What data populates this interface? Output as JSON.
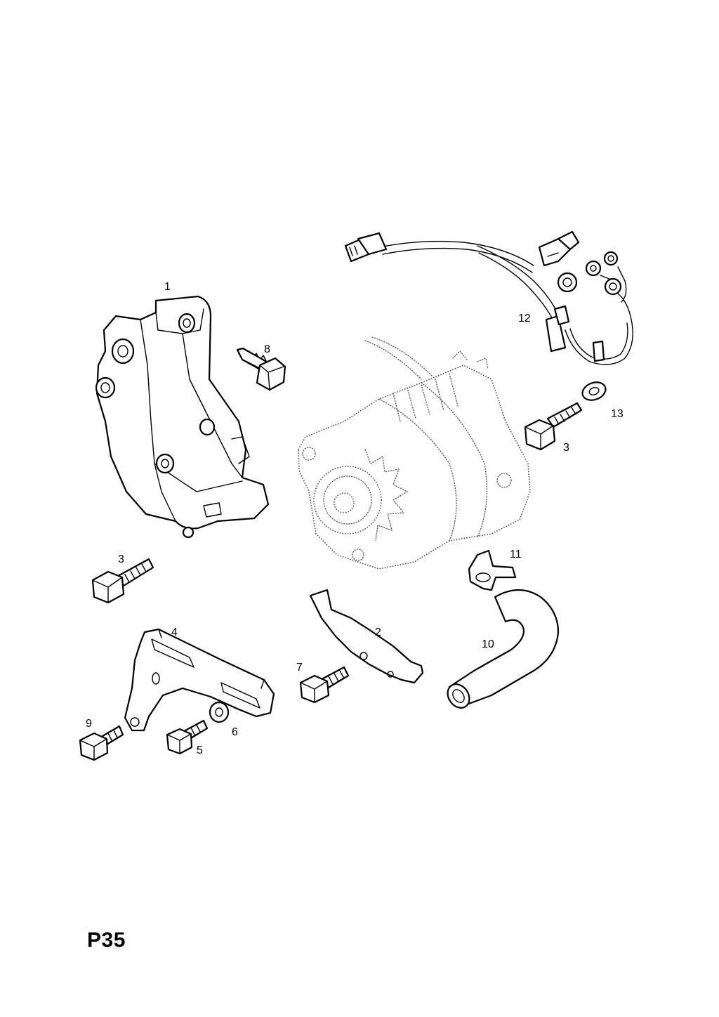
{
  "page": {
    "code": "P35"
  },
  "callouts": {
    "c1": "1",
    "c2": "2",
    "c3a": "3",
    "c3b": "3",
    "c4": "4",
    "c5": "5",
    "c6": "6",
    "c7": "7",
    "c8": "8",
    "c9": "9",
    "c10": "10",
    "c11": "11",
    "c12": "12",
    "c13": "13"
  },
  "icons": {
    "bracket": "alternator-mounting-bracket-icon",
    "alternator": "alternator-icon",
    "harness": "wiring-harness-icon",
    "bolt": "hex-bolt-icon",
    "washer": "washer-icon",
    "hose": "hose-icon",
    "clamp": "hose-clamp-icon",
    "strap": "adjusting-strap-icon",
    "plate": "brace-plate-icon"
  },
  "colors": {
    "line": "#000000",
    "background": "#ffffff"
  }
}
